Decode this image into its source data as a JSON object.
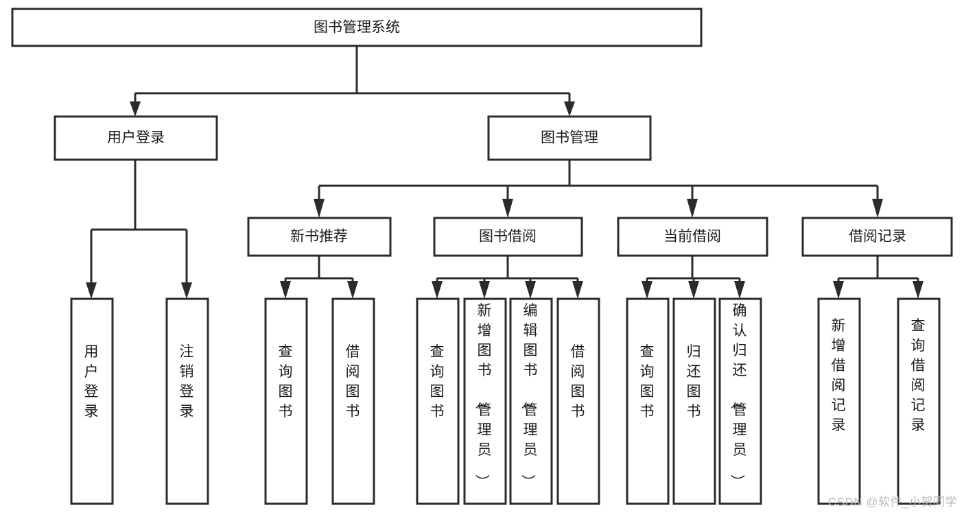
{
  "diagram": {
    "type": "tree-hierarchy",
    "title": "图书管理系统",
    "orientation": "top-down",
    "colors": {
      "box_stroke": "#2b2b2b",
      "box_fill": "#ffffff",
      "connector": "#2b2b2b",
      "text": "#1a1a1a",
      "watermark": "#b9b9b9"
    },
    "levels": [
      {
        "level": 1,
        "nodes": [
          {
            "id": "root",
            "label": "图书管理系统",
            "orientation": "horizontal"
          }
        ]
      },
      {
        "level": 2,
        "nodes": [
          {
            "id": "user-login",
            "label": "用户登录",
            "orientation": "horizontal",
            "parent": "root"
          },
          {
            "id": "book-manage",
            "label": "图书管理",
            "orientation": "horizontal",
            "parent": "root"
          }
        ]
      },
      {
        "level": 3,
        "nodes": [
          {
            "id": "new-book-rec",
            "label": "新书推荐",
            "orientation": "horizontal",
            "parent": "book-manage"
          },
          {
            "id": "book-borrow",
            "label": "图书借阅",
            "orientation": "horizontal",
            "parent": "book-manage"
          },
          {
            "id": "current-borrow",
            "label": "当前借阅",
            "orientation": "horizontal",
            "parent": "book-manage"
          },
          {
            "id": "borrow-record",
            "label": "借阅记录",
            "orientation": "horizontal",
            "parent": "book-manage"
          }
        ]
      },
      {
        "level": 4,
        "nodes": [
          {
            "id": "leaf-user-login",
            "label": "用户登录",
            "orientation": "vertical",
            "parent": "user-login"
          },
          {
            "id": "leaf-logout-login",
            "label": "注销登录",
            "orientation": "vertical",
            "parent": "user-login"
          },
          {
            "id": "leaf-query-book-1",
            "label": "查询图书",
            "orientation": "vertical",
            "parent": "new-book-rec"
          },
          {
            "id": "leaf-borrow-book-1",
            "label": "借阅图书",
            "orientation": "vertical",
            "parent": "new-book-rec"
          },
          {
            "id": "leaf-query-book-2",
            "label": "查询图书",
            "orientation": "vertical",
            "parent": "book-borrow"
          },
          {
            "id": "leaf-add-book",
            "label": "新增图书（管理员）",
            "orientation": "vertical",
            "parent": "book-borrow"
          },
          {
            "id": "leaf-edit-book",
            "label": "编辑图书（管理员）",
            "orientation": "vertical",
            "parent": "book-borrow"
          },
          {
            "id": "leaf-borrow-book-2",
            "label": "借阅图书",
            "orientation": "vertical",
            "parent": "book-borrow"
          },
          {
            "id": "leaf-query-book-3",
            "label": "查询图书",
            "orientation": "vertical",
            "parent": "current-borrow"
          },
          {
            "id": "leaf-return-book",
            "label": "归还图书",
            "orientation": "vertical",
            "parent": "current-borrow"
          },
          {
            "id": "leaf-confirm-return",
            "label": "确认归还（管理员）",
            "orientation": "vertical",
            "parent": "current-borrow"
          },
          {
            "id": "leaf-add-record",
            "label": "新增借阅记录",
            "orientation": "vertical",
            "parent": "borrow-record"
          },
          {
            "id": "leaf-query-record",
            "label": "查询借阅记录",
            "orientation": "vertical",
            "parent": "borrow-record"
          }
        ]
      }
    ]
  },
  "watermark": {
    "text": "CSDN @软件_小贺同学"
  }
}
